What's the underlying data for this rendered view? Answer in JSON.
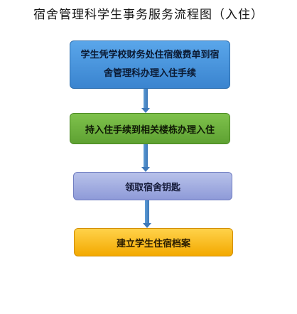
{
  "title": "宿舍管理科学生事务服务流程图（入住）",
  "steps": [
    {
      "line1": "学生凭学校财务处住宿缴费单到宿",
      "line2": "舍管理科办理入住手续"
    },
    {
      "label": "持入住手续到相关楼栋办理入住"
    },
    {
      "label": "领取宿舍钥匙"
    },
    {
      "label": "建立学生住宿档案"
    }
  ],
  "colors": {
    "step1": "#4a90d9",
    "step2": "#6db23e",
    "step3": "#a3adde",
    "step4": "#f9be1a",
    "arrow": "#4a86c5"
  }
}
